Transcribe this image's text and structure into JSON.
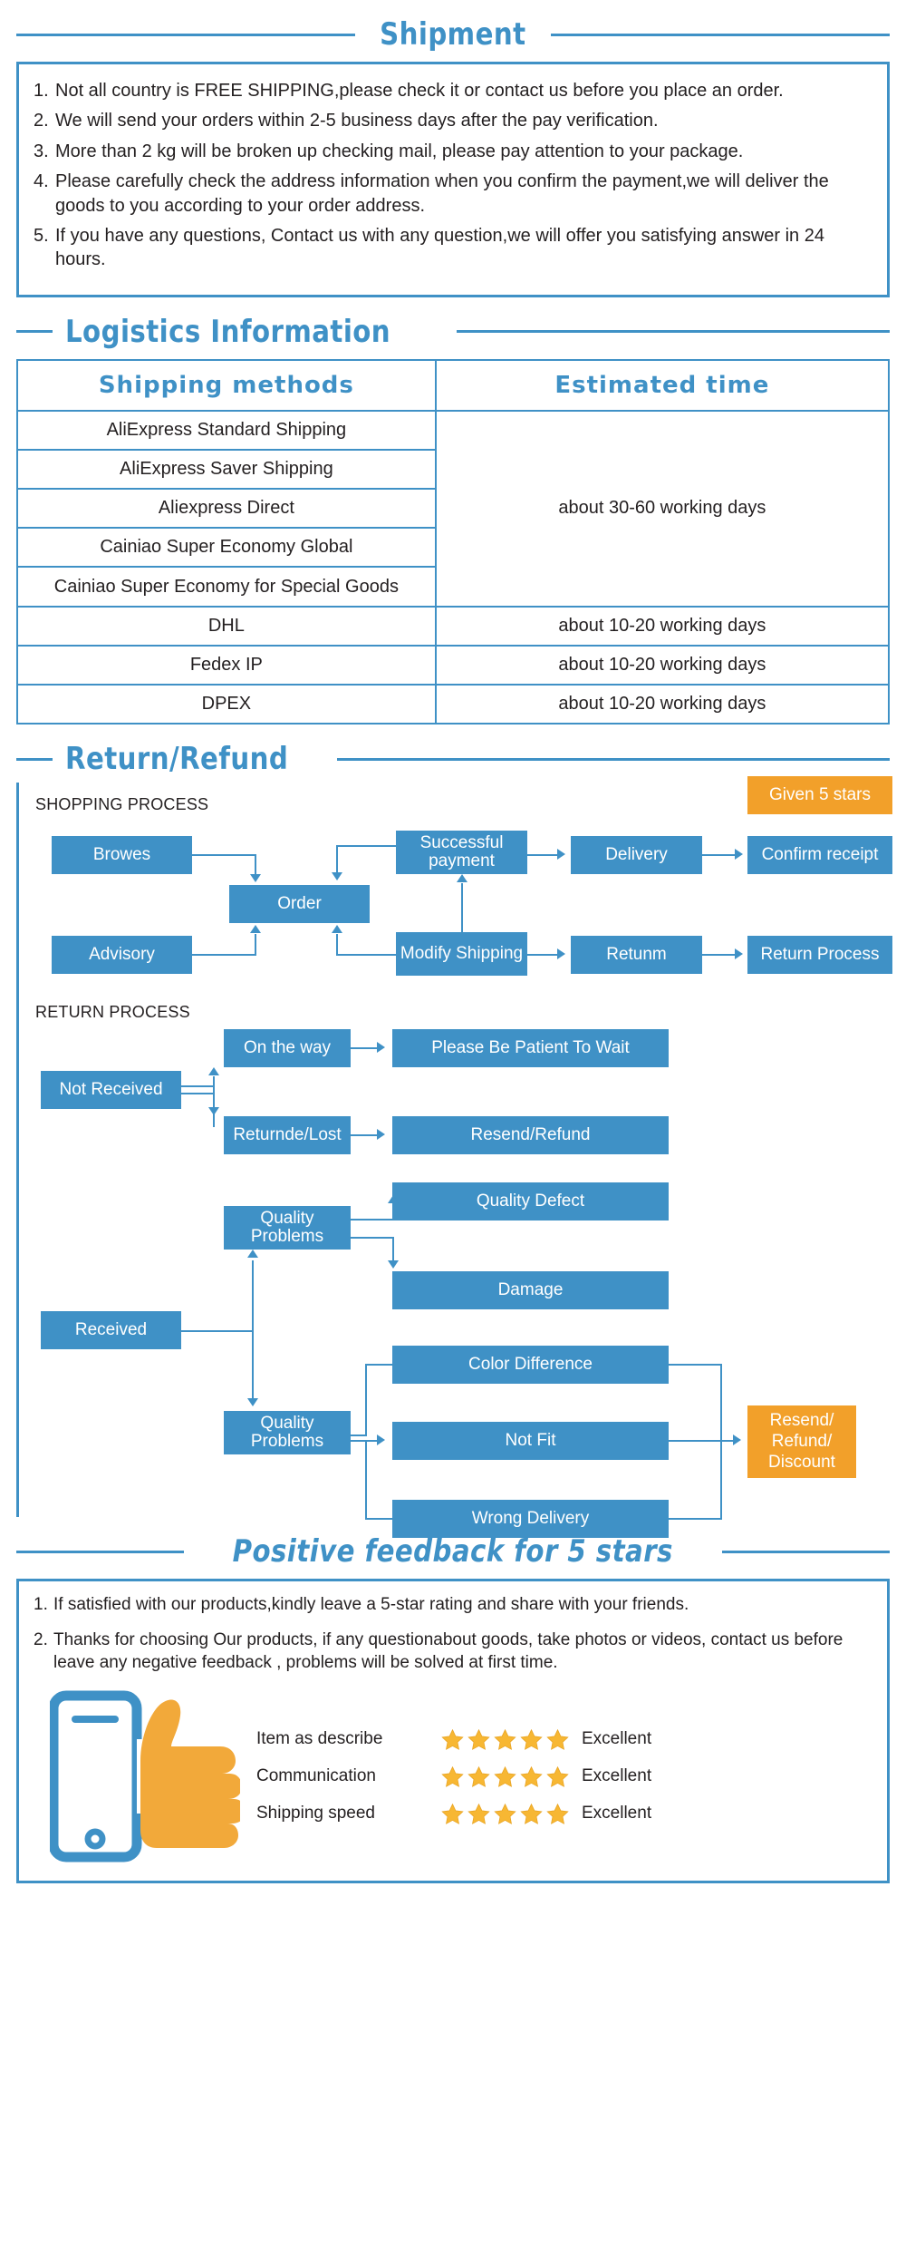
{
  "theme": {
    "blue": "#3f91c6",
    "orange": "#f2a02a",
    "star": "#f5a623",
    "text": "#231f20"
  },
  "shipment": {
    "title": "Shipment",
    "items": [
      {
        "n": "1.",
        "text": "Not all country is FREE SHIPPING,please check it or contact us before you place an order."
      },
      {
        "n": "2.",
        "text": "We will send your orders within 2-5 business days after the pay verification."
      },
      {
        "n": "3.",
        "text": "More than 2 kg will be broken up checking mail, please pay attention to your package."
      },
      {
        "n": "4.",
        "text": "Please carefully check the address information when you confirm the payment,we will deliver the goods to you according to your order address."
      },
      {
        "n": "5.",
        "text": "If you have any questions, Contact us with any question,we will offer you satisfying answer in 24 hours."
      }
    ]
  },
  "logistics": {
    "title": "Logistics  Information",
    "headers": {
      "methods": "Shipping  methods",
      "time": "Estimated  time"
    },
    "rows": [
      {
        "method": "AliExpress Standard Shipping",
        "time": "about 30-60 working days"
      },
      {
        "method": "AliExpress Saver Shipping",
        "time": ""
      },
      {
        "method": "Aliexpress Direct",
        "time": ""
      },
      {
        "method": "Cainiao Super Economy Global",
        "time": ""
      },
      {
        "method": "Cainiao Super Economy for Special Goods",
        "time": ""
      },
      {
        "method": "DHL",
        "time": "about 10-20  working days"
      },
      {
        "method": "Fedex IP",
        "time": "about 10-20  working days"
      },
      {
        "method": "DPEX",
        "time": "about 10-20  working days"
      }
    ],
    "merged_time": "about 30-60 working days"
  },
  "return_refund": {
    "title": "Return/Refund",
    "shopping_label": "SHOPPING PROCESS",
    "return_label": "RETURN PROCESS",
    "shopping_nodes": {
      "browse": "Browes",
      "advisory": "Advisory",
      "order": "Order",
      "successful_payment": "Successful payment",
      "modify_shipping": "Modify Shipping",
      "delivery": "Delivery",
      "returnm": "Retunm",
      "confirm_receipt": "Confirm receipt",
      "return_process": "Return Process",
      "given_5_stars": "Given 5 stars"
    },
    "return_nodes": {
      "not_received": "Not Received",
      "on_the_way": "On the way",
      "please_be_patient": "Please Be Patient To Wait",
      "returnde_lost": "Returnde/Lost",
      "resend_refund": "Resend/Refund",
      "received": "Received",
      "quality_problems_top": "Quality Problems",
      "quality_problems_bottom": "Quality Problems",
      "quality_defect": "Quality Defect",
      "damage": "Damage",
      "color_difference": "Color Difference",
      "not_fit": "Not Fit",
      "wrong_delivery": "Wrong Delivery",
      "resend_refund_discount": "Resend/ Refund/ Discount"
    }
  },
  "feedback": {
    "title": "Positive feedback for 5 stars",
    "items": [
      {
        "n": "1.",
        "text": "If satisfied with our products,kindly leave a 5-star rating and share with your friends."
      },
      {
        "n": "2.",
        "text": "Thanks for choosing Our products, if any questionabout goods, take photos or videos, contact us before leave any negative feedback , problems will be solved at first time."
      }
    ],
    "ratings": [
      {
        "label": "Item as describe",
        "stars": 5,
        "verdict": "Excellent"
      },
      {
        "label": "Communication",
        "stars": 5,
        "verdict": "Excellent"
      },
      {
        "label": "Shipping speed",
        "stars": 5,
        "verdict": "Excellent"
      }
    ]
  }
}
